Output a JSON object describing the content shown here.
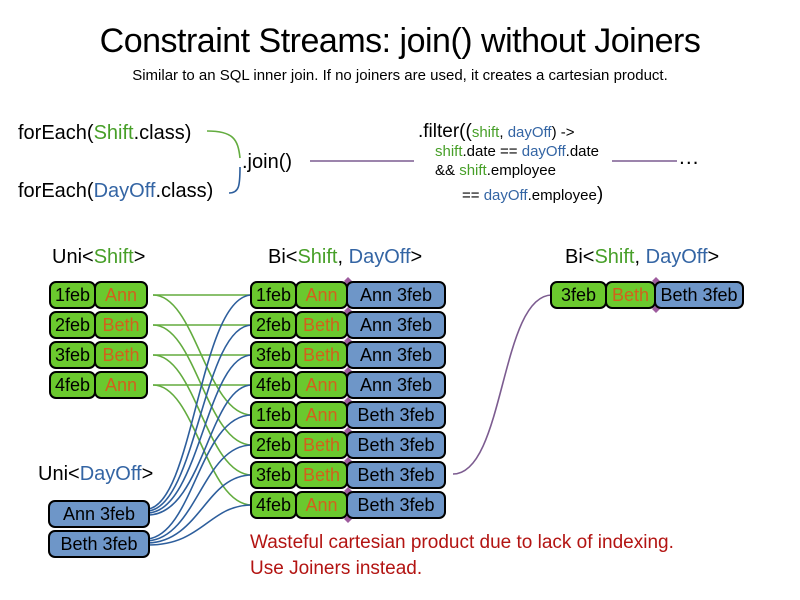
{
  "title": "Constraint Streams: join() without Joiners",
  "subtitle": "Similar to an SQL inner join. If no joiners are used, it creates a cartesian product.",
  "code": {
    "foreach_shift": {
      "prefix": "forEach(",
      "type": "Shift",
      "suffix": ".class)"
    },
    "foreach_dayoff": {
      "prefix": "forEach(",
      "type": "DayOff",
      "suffix": ".class)"
    },
    "join_label": ".join()",
    "filter": {
      "head": ".filter((",
      "arg1": "shift",
      "comma": ", ",
      "arg2": "dayOff",
      "arrow": ") ->",
      "line2": {
        "shift": "shift",
        "mid": ".date == ",
        "dayoff": "dayOff",
        "end": ".date"
      },
      "line3": {
        "and": "&& ",
        "shift": "shift",
        "end": ".employee"
      },
      "line4": {
        "eq": "== ",
        "dayoff": "dayOff",
        "end": ".employee",
        "close": ")"
      }
    },
    "ellipsis": "..."
  },
  "labels": {
    "uni_shift": {
      "prefix": "Uni<",
      "type": "Shift",
      "suffix": ">"
    },
    "bi_mid": {
      "prefix": "Bi<",
      "type1": "Shift",
      "sep": ", ",
      "type2": "DayOff",
      "suffix": ">"
    },
    "bi_right": {
      "prefix": "Bi<",
      "type1": "Shift",
      "sep": ", ",
      "type2": "DayOff",
      "suffix": ">"
    },
    "uni_dayoff": {
      "prefix": "Uni<",
      "type": "DayOff",
      "suffix": ">"
    }
  },
  "shift_rows": [
    {
      "date": "1feb",
      "name": "Ann"
    },
    {
      "date": "2feb",
      "name": "Beth"
    },
    {
      "date": "3feb",
      "name": "Beth"
    },
    {
      "date": "4feb",
      "name": "Ann"
    }
  ],
  "dayoff_rows": [
    {
      "value": "Ann 3feb"
    },
    {
      "value": "Beth 3feb"
    }
  ],
  "bi_rows": [
    {
      "date": "1feb",
      "name": "Ann",
      "pair": "Ann 3feb"
    },
    {
      "date": "2feb",
      "name": "Beth",
      "pair": "Ann 3feb"
    },
    {
      "date": "3feb",
      "name": "Beth",
      "pair": "Ann 3feb"
    },
    {
      "date": "4feb",
      "name": "Ann",
      "pair": "Ann 3feb"
    },
    {
      "date": "1feb",
      "name": "Ann",
      "pair": "Beth 3feb"
    },
    {
      "date": "2feb",
      "name": "Beth",
      "pair": "Beth 3feb"
    },
    {
      "date": "3feb",
      "name": "Beth",
      "pair": "Beth 3feb"
    },
    {
      "date": "4feb",
      "name": "Ann",
      "pair": "Beth 3feb"
    }
  ],
  "result_row": {
    "date": "3feb",
    "name": "Beth",
    "pair": "Beth 3feb"
  },
  "warning": {
    "line1": "Wasteful cartesian product due to lack of indexing.",
    "line2": "Use Joiners instead."
  },
  "colors": {
    "shift_green": "#6BC92E",
    "dayoff_blue": "#6E96C8",
    "shift_text_green": "#479F28",
    "dayoff_text_blue": "#3465A4",
    "employee_orange": "#D2611C",
    "join_purple": "#7C5C90",
    "warning_red": "#B31412",
    "line_green": "#63AC3F",
    "line_blue": "#2D5E9C"
  }
}
